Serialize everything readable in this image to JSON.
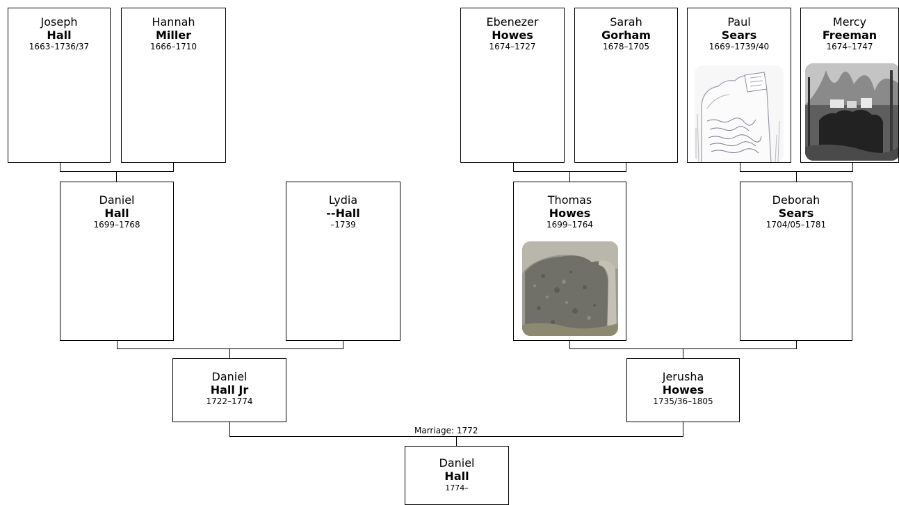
{
  "people": {
    "joseph_hall": {
      "first": "Joseph",
      "last": "Hall",
      "dates": "1663–1736/37"
    },
    "hannah_miller": {
      "first": "Hannah",
      "last": "Miller",
      "dates": "1666–1710"
    },
    "ebenezer_howes": {
      "first": "Ebenezer",
      "last": "Howes",
      "dates": "1674–1727"
    },
    "sarah_gorham": {
      "first": "Sarah",
      "last": "Gorham",
      "dates": "1678–1705"
    },
    "paul_sears": {
      "first": "Paul",
      "last": "Sears",
      "dates": "1669–1739/40"
    },
    "mercy_freeman": {
      "first": "Mercy",
      "last": "Freeman",
      "dates": "1674–1747"
    },
    "daniel_hall_sr": {
      "first": "Daniel",
      "last": "Hall",
      "dates": "1699–1768"
    },
    "lydia_hall": {
      "first": "Lydia",
      "last": "--Hall",
      "dates": "–1739"
    },
    "thomas_howes": {
      "first": "Thomas",
      "last": "Howes",
      "dates": "1699–1764"
    },
    "deborah_sears": {
      "first": "Deborah",
      "last": "Sears",
      "dates": "1704/05–1781"
    },
    "daniel_hall_jr": {
      "first": "Daniel",
      "last": "Hall Jr",
      "dates": "1722–1774"
    },
    "jerusha_howes": {
      "first": "Jerusha",
      "last": "Howes",
      "dates": "1735/36–1805"
    },
    "daniel_hall": {
      "first": "Daniel",
      "last": "Hall",
      "dates": "1774–"
    }
  },
  "marriage": {
    "label": "Marriage: 1772"
  }
}
